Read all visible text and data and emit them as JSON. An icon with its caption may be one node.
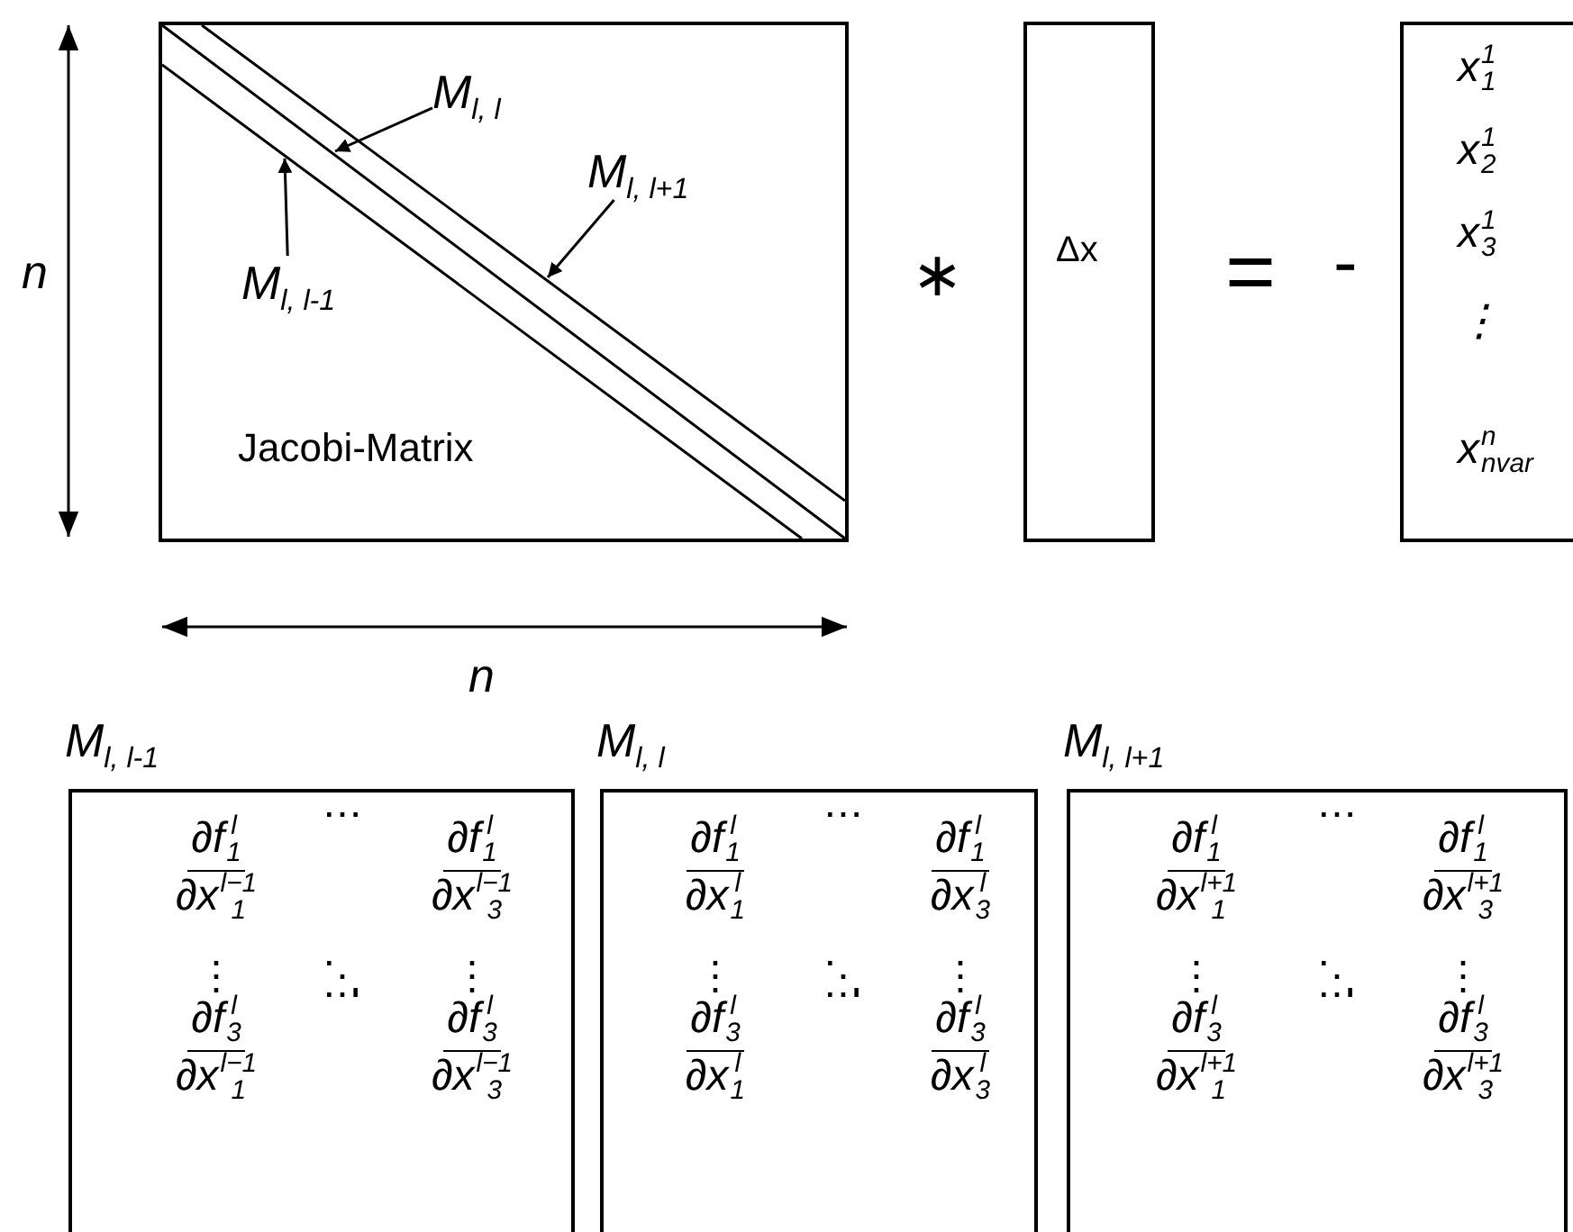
{
  "diagram": {
    "nodes": [
      {
        "text": [
          "Jacobi-Matrix"
        ]
      },
      {
        "text": [
          "M$_{l, l}$"
        ],
        "in": 0
      },
      {
        "text": [
          "M$_{l, l+1}$"
        ],
        "in": 0
      },
      {
        "text": [
          "M$_{l, l-1}$"
        ],
        "in": 0
      },
      {
        "text": [
          "Δx"
        ]
      },
      {
        "text": [
          "x$^{1}$$_{1}$",
          "x$^{1}$$_{2}$",
          "x$^{1}$$_{3}$",
          "⋮",
          "x$^{n}$$_{n}$$_{var}$"
        ]
      },
      {
        "text": [
          "M$_{l, l-1}$",
          "∂f$^{l}$$_{1}$",
          "∂x$^{l−1}$$_{1}$",
          "⋯",
          "∂f$^{l}$$_{1}$",
          "∂x$^{l−1}$$_{3}$",
          "⋮",
          "⋱",
          "⋮",
          "∂f$^{l}$$_{3}$",
          "∂x$^{l−1}$$_{1}$",
          "⋯",
          "∂f$^{l}$$_{3}$",
          "∂x$^{l−1}$$_{3}$"
        ]
      },
      {
        "text": [
          "M$_{l, l}$",
          "∂f$^{l}$$_{1}$",
          "∂x$^{l}$$_{1}$",
          "⋯",
          "∂f$^{l}$$_{1}$",
          "∂x$^{l}$$_{3}$",
          "⋮",
          "⋱",
          "⋮",
          "∂f$^{l}$$_{3}$",
          "∂x$^{l}$$_{1}$",
          "⋯",
          "∂f$^{l}$$_{3}$",
          "∂x$^{l}$$_{3}$"
        ]
      },
      {
        "text": [
          "M$_{l, l+1}$",
          "∂f$^{l}$$_{1}$",
          "∂x$^{l+1}$$_{1}$",
          "⋯",
          "∂f$^{l}$$_{1}$",
          "∂x$^{l+1}$$_{3}$",
          "⋮",
          "⋱",
          "⋮",
          "∂f$^{l}$$_{3}$",
          "∂x$^{l+1}$$_{1}$",
          "⋯",
          "∂f$^{l}$$_{3}$",
          "∂x$^{l+1}$$_{3}$"
        ]
      }
    ],
    "edges": [
      {
        "from": 1,
        "to": null,
        "arrow": "to"
      },
      {
        "from": 2,
        "to": null,
        "arrow": "to"
      },
      {
        "from": 3,
        "to": null,
        "arrow": "to"
      }
    ],
    "labels": [
      "n",
      "∗",
      "=",
      "-",
      "n"
    ]
  }
}
